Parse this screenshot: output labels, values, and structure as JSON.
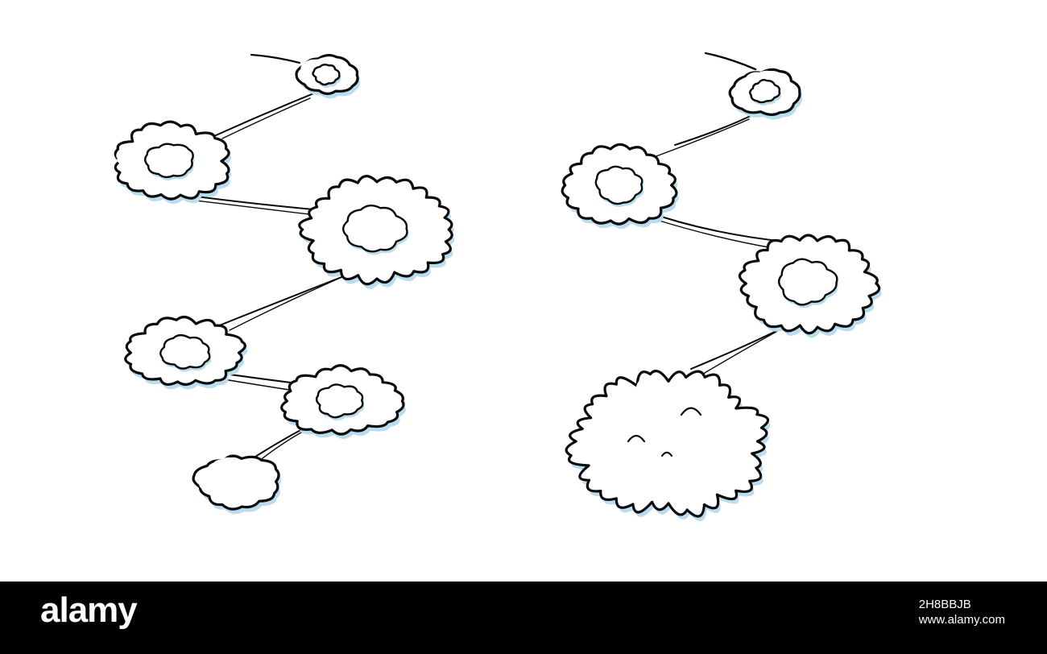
{
  "colors": {
    "outline": "#0a0a0a",
    "cloud_fill": "#ffffff",
    "cloud_shade": "#b9dcef",
    "background": "#ffffff",
    "footer": "#000000",
    "footer_text": "#ffffff"
  },
  "footer": {
    "brand": "alamy",
    "image_id": "2H8BBJB",
    "site": "www.alamy.com"
  }
}
